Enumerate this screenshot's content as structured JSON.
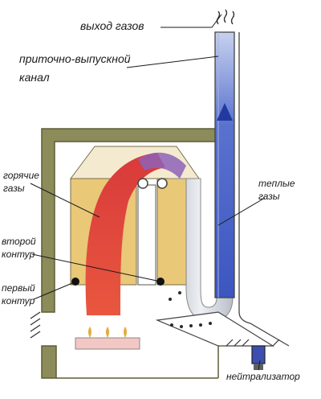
{
  "labels": {
    "gas_outlet": "выход газов",
    "channel_line1": "приточно-выпускной",
    "channel_line2": "канал",
    "hot_gases_line1": "горячие",
    "hot_gases_line2": "газы",
    "warm_gases_line1": "теплые",
    "warm_gases_line2": "газы",
    "second_circuit_line1": "второй",
    "second_circuit_line2": "контур",
    "first_circuit_line1": "первый",
    "first_circuit_line2": "контур",
    "neutralizer": "нейтрализатор"
  },
  "colors": {
    "wall": "#8c8b5a",
    "wall_dark": "#5e5d38",
    "chamber_yellow": "#e9c878",
    "hot_red": "#e0463a",
    "warm_blue": "#4a63c9",
    "duct_grey": "#c9cdd6",
    "burner_pink": "#f3c7c4",
    "ink": "#1a1a1a"
  }
}
